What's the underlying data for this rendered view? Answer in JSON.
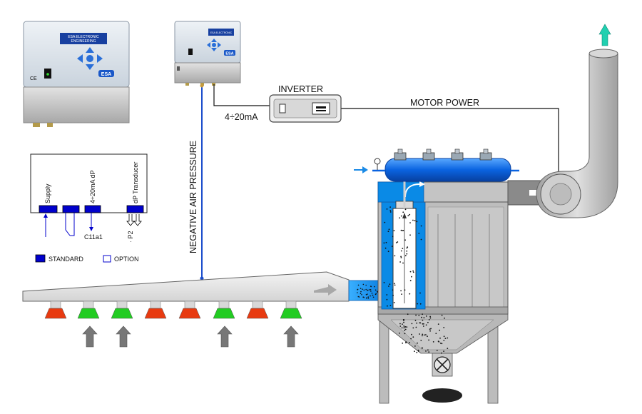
{
  "controller_large": {
    "brand_label": "ESA ELECTRONIC\nENGINEERING",
    "logo": "ESA",
    "ce_mark": "CE"
  },
  "controller_small": {
    "brand_label": "ESA ELECTRONIC\nENGINEERING",
    "logo": "ESA"
  },
  "wiring": {
    "terminals": [
      "Supply",
      "4÷20mA dP",
      "dP Transducer"
    ],
    "output_label": "C11a1",
    "pressure_port": "P2",
    "legend": [
      {
        "label": "STANDARD",
        "color": "#0000cc"
      },
      {
        "label": "OPTION",
        "color": "#ffffff"
      }
    ]
  },
  "inverter": {
    "label": "INVERTER"
  },
  "signal": {
    "label": "4÷20mA"
  },
  "motor_power": {
    "label": "MOTOR POWER"
  },
  "pressure_line": {
    "label": "NEGATIVE AIR PRESSURE"
  },
  "colors": {
    "blue": "#0a7ee0",
    "standard": "#0000cc",
    "hood_open": "#22cc22",
    "hood_closed": "#e83a10",
    "steel": "#b8b8b8",
    "exhaust_arrow": "#20d0b0"
  },
  "hoods": [
    "closed",
    "open",
    "open",
    "closed",
    "closed",
    "open",
    "closed",
    "open"
  ]
}
